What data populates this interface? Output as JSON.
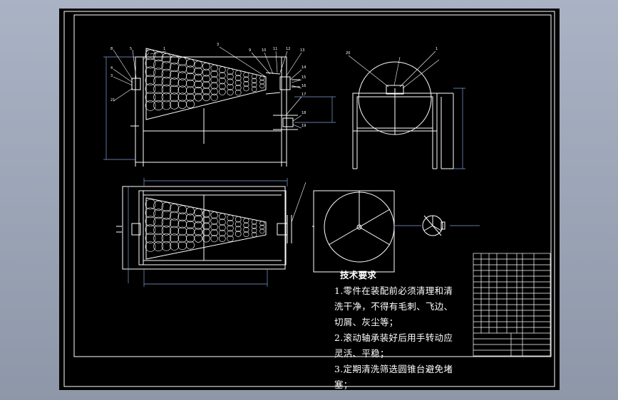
{
  "notes": {
    "title": "技术要求",
    "items": [
      "1.零件在装配前必须清理和清洗干净，不得有毛刺、飞边、切屑、灰尘等；",
      "2.滚动轴承装好后用手转动应灵活、平稳；",
      "3.定期清洗筛选圆锥台避免堵塞；"
    ]
  },
  "balloons": [
    "8",
    "5",
    "4",
    "3",
    "2",
    "1",
    "21",
    "3",
    "9",
    "10",
    "11",
    "12",
    "13",
    "14",
    "15",
    "16",
    "17",
    "18",
    "19",
    "20",
    "1"
  ],
  "colors": {
    "background": "#000000",
    "line": "#ffffff",
    "dim": "#7fa3d8",
    "workspace": "#9aa4b6"
  }
}
